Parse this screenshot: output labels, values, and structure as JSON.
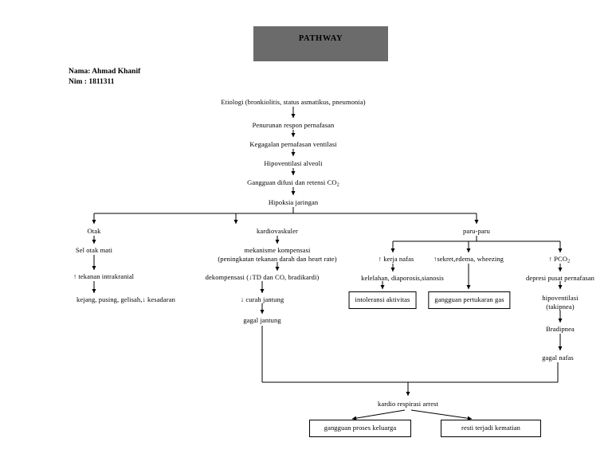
{
  "document": {
    "title_banner": "PATHWAY",
    "banner_color": "#6b6b6b"
  },
  "student": {
    "name_line": "Nama: Ahmad Khanif",
    "id_line": "Nim : 1811311"
  },
  "flow": {
    "etiologi": "Etiologi (bronkiolitis, status asmatikus, pneumonia)",
    "penurunan_respon": "Penurunan respon pernafasan",
    "kegagalan_ventilasi": "Kegagalan pernafasan ventilasi",
    "hipoventilasi_alveoli": "Hipoventilasi alveoli",
    "gangguan_difusi_pre": "Gangguan difusi dan retensi CO",
    "gangguan_difusi_sub": "2",
    "hipoksia_jaringan": "Hipoksia jaringan"
  },
  "branch_otak": {
    "header": "Otak",
    "sel_otak_mati": "Sel otak mati",
    "tekanan_intrakranial": "↑ tekanan intrakranial",
    "gejala": "kejang, pusing, gelisah,↓ kesadaran"
  },
  "branch_kardio": {
    "header": "kardiovaskuler",
    "mekanisme_line1": "mekanisme kompensasi",
    "mekanisme_line2": "(peningkatan tekanan darah dan heart rate)",
    "dekompensasi": "dekompensasi (↓TD dan CO, bradikardi)",
    "curah_jantung": "↓ curah jantung",
    "gagal_jantung": "gagal jantung"
  },
  "branch_paru": {
    "header": "paru-paru",
    "kerja_nafas": "↑ kerja nafas",
    "sekret_edema": "↑sekret,edema, wheezing",
    "pco2_pre": "↑ PCO",
    "pco2_sub": "2",
    "kelelahan": "kelelahan, diaporosis,sianosis",
    "intoleransi_aktivitas": "intoleransi aktivitas",
    "gangguan_pertukaran_gas": "gangguan pertukaran gas",
    "depresi_pusat": "depresi pusat pernafasan",
    "hipoventilasi_line1": "hipoventilasi",
    "hipoventilasi_line2": "(takipnea)",
    "bradipnea": "Bradipnea",
    "gagal_nafas": "gagal nafas"
  },
  "outcome": {
    "kardio_respirasi_arrest": "kardio respirasi arrest",
    "gangguan_proses_keluarga": "gangguan proses keluarga",
    "resti_terjadi_kematian": "resti terjadi kematian"
  }
}
